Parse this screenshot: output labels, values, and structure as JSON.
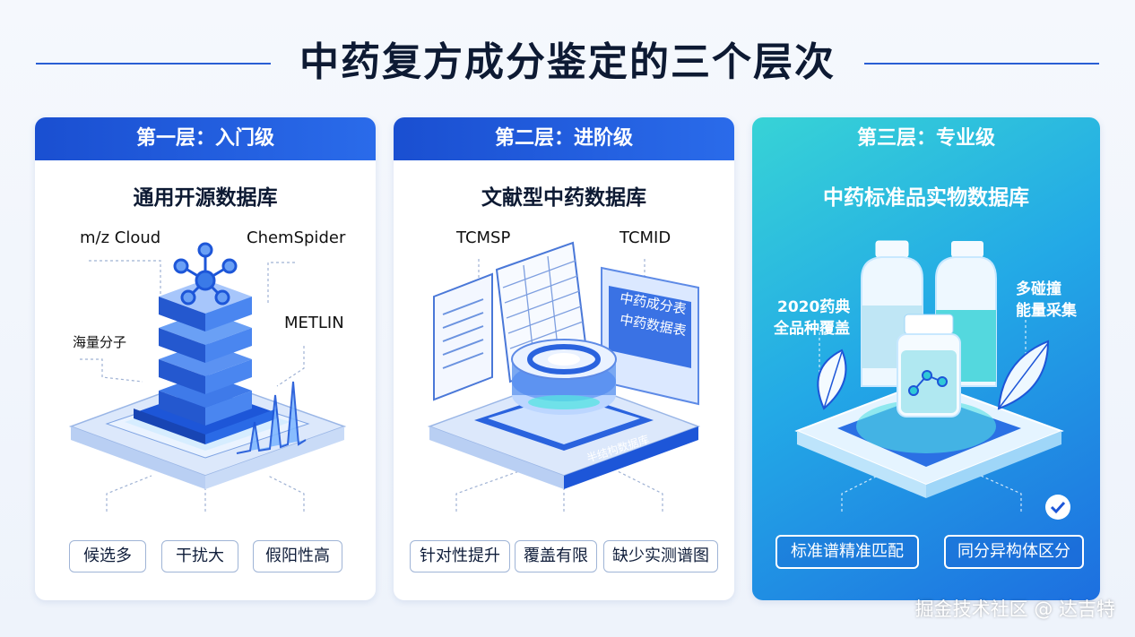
{
  "title": "中药复方成分鉴定的三个层次",
  "cards": [
    {
      "header": "第一层：入门级",
      "subtitle": "通用开源数据库",
      "labels": [
        "m/z Cloud",
        "ChemSpider",
        "METLIN",
        "海量分子"
      ],
      "tags": [
        "候选多",
        "干扰大",
        "假阳性高"
      ]
    },
    {
      "header": "第二层：进阶级",
      "subtitle": "文献型中药数据库",
      "labels": [
        "TCMSP",
        "TCMID"
      ],
      "screen_text": [
        "中药成分表",
        "中药数据表"
      ],
      "platform_text": "半结构数据库",
      "tags": [
        "针对性提升",
        "覆盖有限",
        "缺少实测谱图"
      ]
    },
    {
      "header": "第三层：专业级",
      "subtitle": "中药标准品实物数据库",
      "labels": [
        "2020药典",
        "全品种覆盖",
        "多碰撞",
        "能量采集"
      ],
      "tags": [
        "标准谱精准匹配",
        "同分异构体区分"
      ]
    }
  ],
  "watermark": "掘金技术社区 @ 达吉特",
  "icons": [
    "molecule-icon",
    "database-icon",
    "spectrum-peaks-icon",
    "document-icon",
    "spreadsheet-icon",
    "disc-icon",
    "bottle-icon",
    "leaf-icon",
    "check-icon"
  ],
  "colors": {
    "accent": "#1a4fd1",
    "teal": "#37d3d6",
    "text": "#0d1a33"
  }
}
